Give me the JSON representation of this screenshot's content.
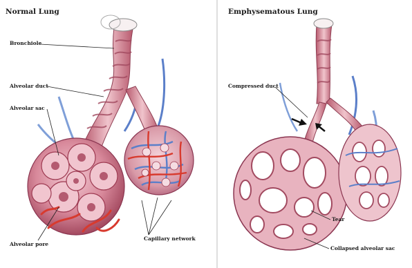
{
  "panels": {
    "left": {
      "title": "Normal Lung",
      "labels": {
        "bronchiole": "Bronchiole",
        "alveolar_duct": "Alveolar duct",
        "alveolar_sac": "Alveolar sac",
        "alveolar_pore": "Alveolar pore",
        "capillary_network": "Capillary network"
      }
    },
    "right": {
      "title": "Emphysematous Lung",
      "labels": {
        "compressed_duct": "Compressed duct",
        "tear": "Tear",
        "collapsed_alveolar_sac": "Collapsed alveolar sac"
      }
    }
  },
  "colors": {
    "tissue": "#d88a9a",
    "tissue_dark": "#9e3a52",
    "tissue_light": "#efc6cf",
    "vein": "#5b7fc9",
    "artery": "#d83a2e",
    "bronchi": "#e8b0b8"
  }
}
